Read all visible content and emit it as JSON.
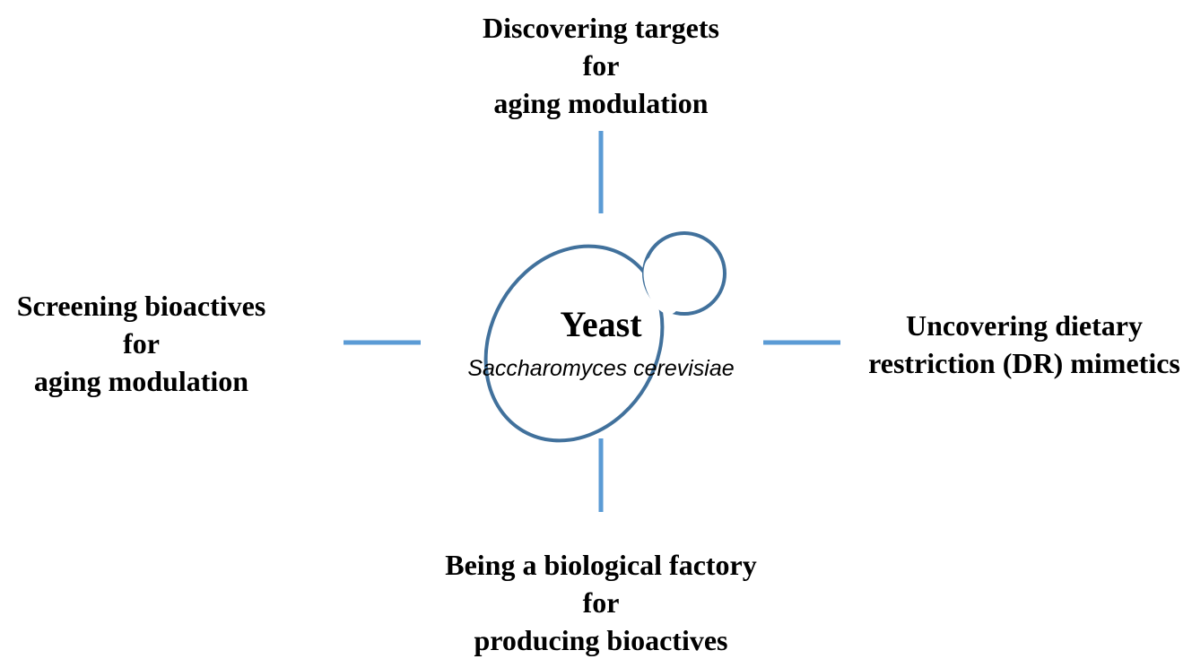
{
  "center": {
    "title": "Yeast",
    "subtitle": "Saccharomyces cerevisiae"
  },
  "branches": {
    "top": {
      "lines": [
        "Discovering targets",
        "for",
        "aging modulation"
      ]
    },
    "left": {
      "lines": [
        "Screening bioactives",
        "for",
        "aging modulation"
      ]
    },
    "right": {
      "lines": [
        "Uncovering dietary",
        "restriction (DR) mimetics"
      ]
    },
    "bottom": {
      "lines": [
        "Being a biological factory",
        "for",
        "producing bioactives"
      ]
    }
  },
  "colors": {
    "connector": "#5B9BD5",
    "cell_outline": "#41719C"
  }
}
